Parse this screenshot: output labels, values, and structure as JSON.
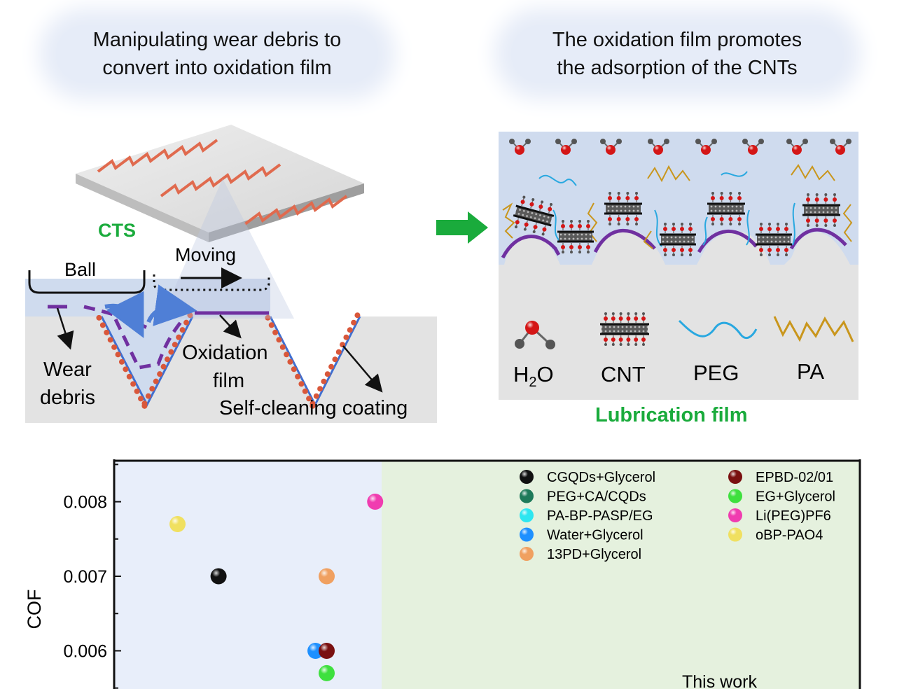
{
  "headline_left": [
    "Manipulating wear debris to",
    "convert into oxidation film"
  ],
  "headline_right": [
    "The oxidation film promotes",
    "the adsorption of the CNTs"
  ],
  "left_panel": {
    "cts": "CTS",
    "ball": "Ball",
    "moving": "Moving",
    "wear_debris": [
      "Wear",
      "debris"
    ],
    "oxidation_film": [
      "Oxidation",
      "film"
    ],
    "self_cleaning": "Self-cleaning coating",
    "colors": {
      "cts": "#1aab3c",
      "debris": "#7030a0",
      "coating_dots": "#d9573a",
      "substrate_line": "#3f6fd1"
    }
  },
  "right_panel": {
    "legend": {
      "h2o_main": "H",
      "h2o_sub": "2",
      "h2o_tail": "O",
      "cnt": "CNT",
      "peg": "PEG",
      "pa": "PA"
    },
    "caption": "Lubrication film",
    "colors": {
      "peg": "#29a8e0",
      "pa": "#c9961c",
      "film": "#7030a0",
      "caption": "#1aab3c",
      "arrow": "#1aab3c"
    }
  },
  "chart_data": {
    "type": "scatter",
    "ylabel": "COF",
    "xlabel": "",
    "yticks": [
      "0.006",
      "0.007",
      "0.008"
    ],
    "annotation": "This work",
    "ylim": [
      0.00545,
      0.00855
    ],
    "x_range": [
      0,
      1
    ],
    "highlight_regions": [
      "left: light blue",
      "right: light green"
    ],
    "legend_position": "top-right",
    "series": [
      {
        "name": "CGQDs+Glycerol",
        "color": "#111111",
        "x": 0.14,
        "y": 0.007
      },
      {
        "name": "PEG+CA/CQDs",
        "color": "#1e7a5a",
        "x": null,
        "y": null
      },
      {
        "name": "PA-BP-PASP/EG",
        "color": "#2ee6f0",
        "x": null,
        "y": null
      },
      {
        "name": "Water+Glycerol",
        "color": "#1e90ff",
        "x": 0.27,
        "y": 0.006
      },
      {
        "name": "13PD+Glycerol",
        "color": "#f0a060",
        "x": 0.285,
        "y": 0.007
      },
      {
        "name": "EPBD-02/01",
        "color": "#7a1010",
        "x": 0.285,
        "y": 0.006
      },
      {
        "name": "EG+Glycerol",
        "color": "#3ee03e",
        "x": 0.285,
        "y": 0.0057
      },
      {
        "name": "Li(PEG)PF6",
        "color": "#f03cb0",
        "x": 0.35,
        "y": 0.008
      },
      {
        "name": "oBP-PAO4",
        "color": "#f0e060",
        "x": 0.085,
        "y": 0.0077
      }
    ]
  }
}
